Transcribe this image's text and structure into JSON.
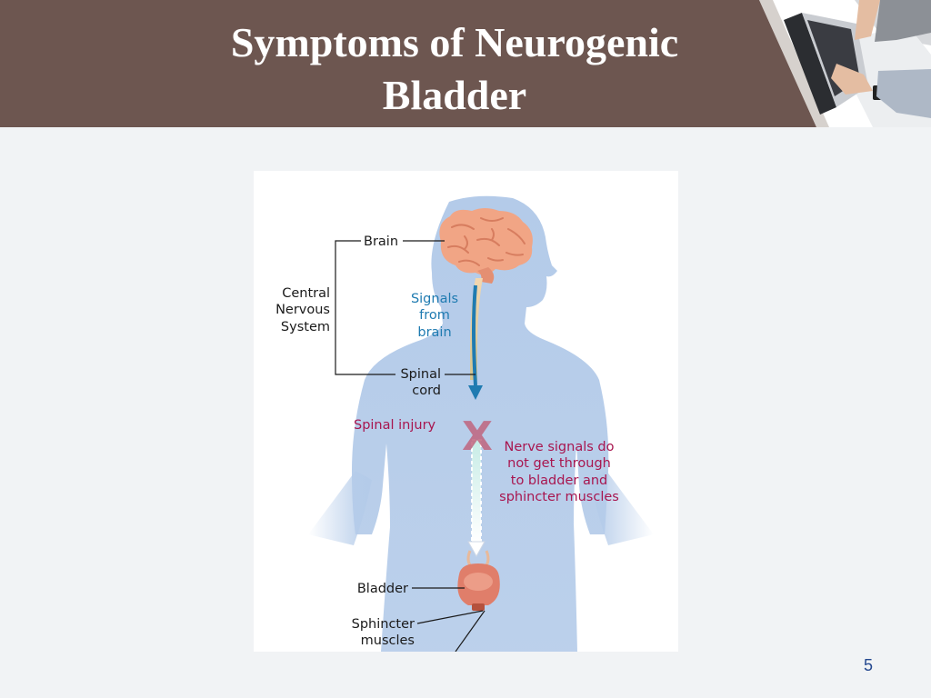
{
  "slide": {
    "title_line1": "Symptoms of Neurogenic",
    "title_line2": "Bladder",
    "page_number": "5"
  },
  "diagram": {
    "labels": {
      "brain": "Brain",
      "cns_line1": "Central",
      "cns_line2": "Nervous",
      "cns_line3": "System",
      "signals_line1": "Signals",
      "signals_line2": "from",
      "signals_line3": "brain",
      "spinal_line1": "Spinal",
      "spinal_line2": "cord",
      "spinal_injury": "Spinal injury",
      "injury_mark": "X",
      "nerve_line1": "Nerve signals do",
      "nerve_line2": "not get through",
      "nerve_line3": "to bladder and",
      "nerve_line4": "sphincter muscles",
      "bladder": "Bladder",
      "sphincter_line1": "Sphincter",
      "sphincter_line2": "muscles"
    },
    "colors": {
      "body": "#b4cbe9",
      "brain": "#f1a585",
      "signal_text": "#1f7bb1",
      "injury_text": "#a8164f",
      "label_text": "#1a1a1a"
    }
  },
  "header_photo": {
    "icon": "laptop-typing-photo"
  }
}
